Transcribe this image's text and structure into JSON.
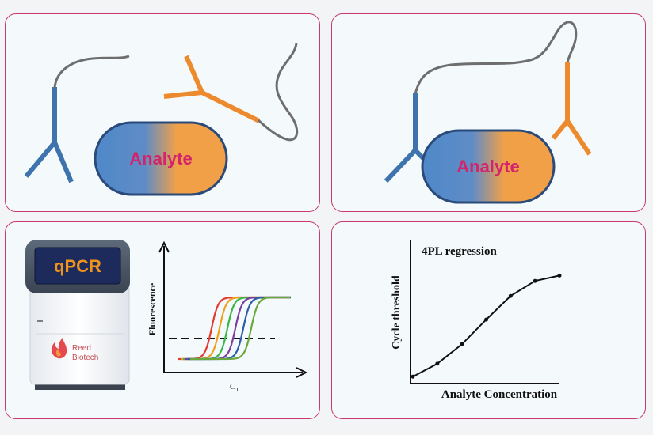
{
  "panels": {
    "unbound": {
      "analyte_label": "Analyte"
    },
    "bound": {
      "analyte_label": "Analyte"
    },
    "qpcr": {
      "instrument_screen_label": "qPCR",
      "brand_line1": "Reed",
      "brand_line2": "Biotech",
      "chart_ylabel": "Fluorescence",
      "chart_xlabel": "C",
      "chart_xlabel_sub": "T"
    },
    "regression": {
      "title": "4PL regression",
      "ylabel": "Cycle threshold",
      "xlabel": "Analyte Concentration"
    }
  },
  "colors": {
    "panel_border": "#c83a6e",
    "antibody_blue": "#3f73ad",
    "antibody_orange": "#ee8a2e",
    "analyte_text": "#d3236b",
    "linker_gray": "#6e6e6e"
  },
  "chart_data": [
    {
      "type": "line",
      "title": "",
      "ylabel": "Fluorescence",
      "xlabel": "CT",
      "series": [
        {
          "color": "#e53a2f"
        },
        {
          "color": "#f0a01e"
        },
        {
          "color": "#3cb54a"
        },
        {
          "color": "#7b3fa0"
        },
        {
          "color": "#2d5da8"
        },
        {
          "color": "#6aa83c"
        }
      ],
      "threshold": "dashed horizontal line",
      "grid": false
    },
    {
      "type": "line",
      "title": "4PL regression",
      "xlabel": "Analyte Concentration",
      "ylabel": "Cycle threshold",
      "x": [
        1,
        2,
        3,
        4,
        5,
        6,
        7
      ],
      "y": [
        0.5,
        1.7,
        3.5,
        5.8,
        8.0,
        9.4,
        9.9
      ],
      "grid": false
    }
  ]
}
